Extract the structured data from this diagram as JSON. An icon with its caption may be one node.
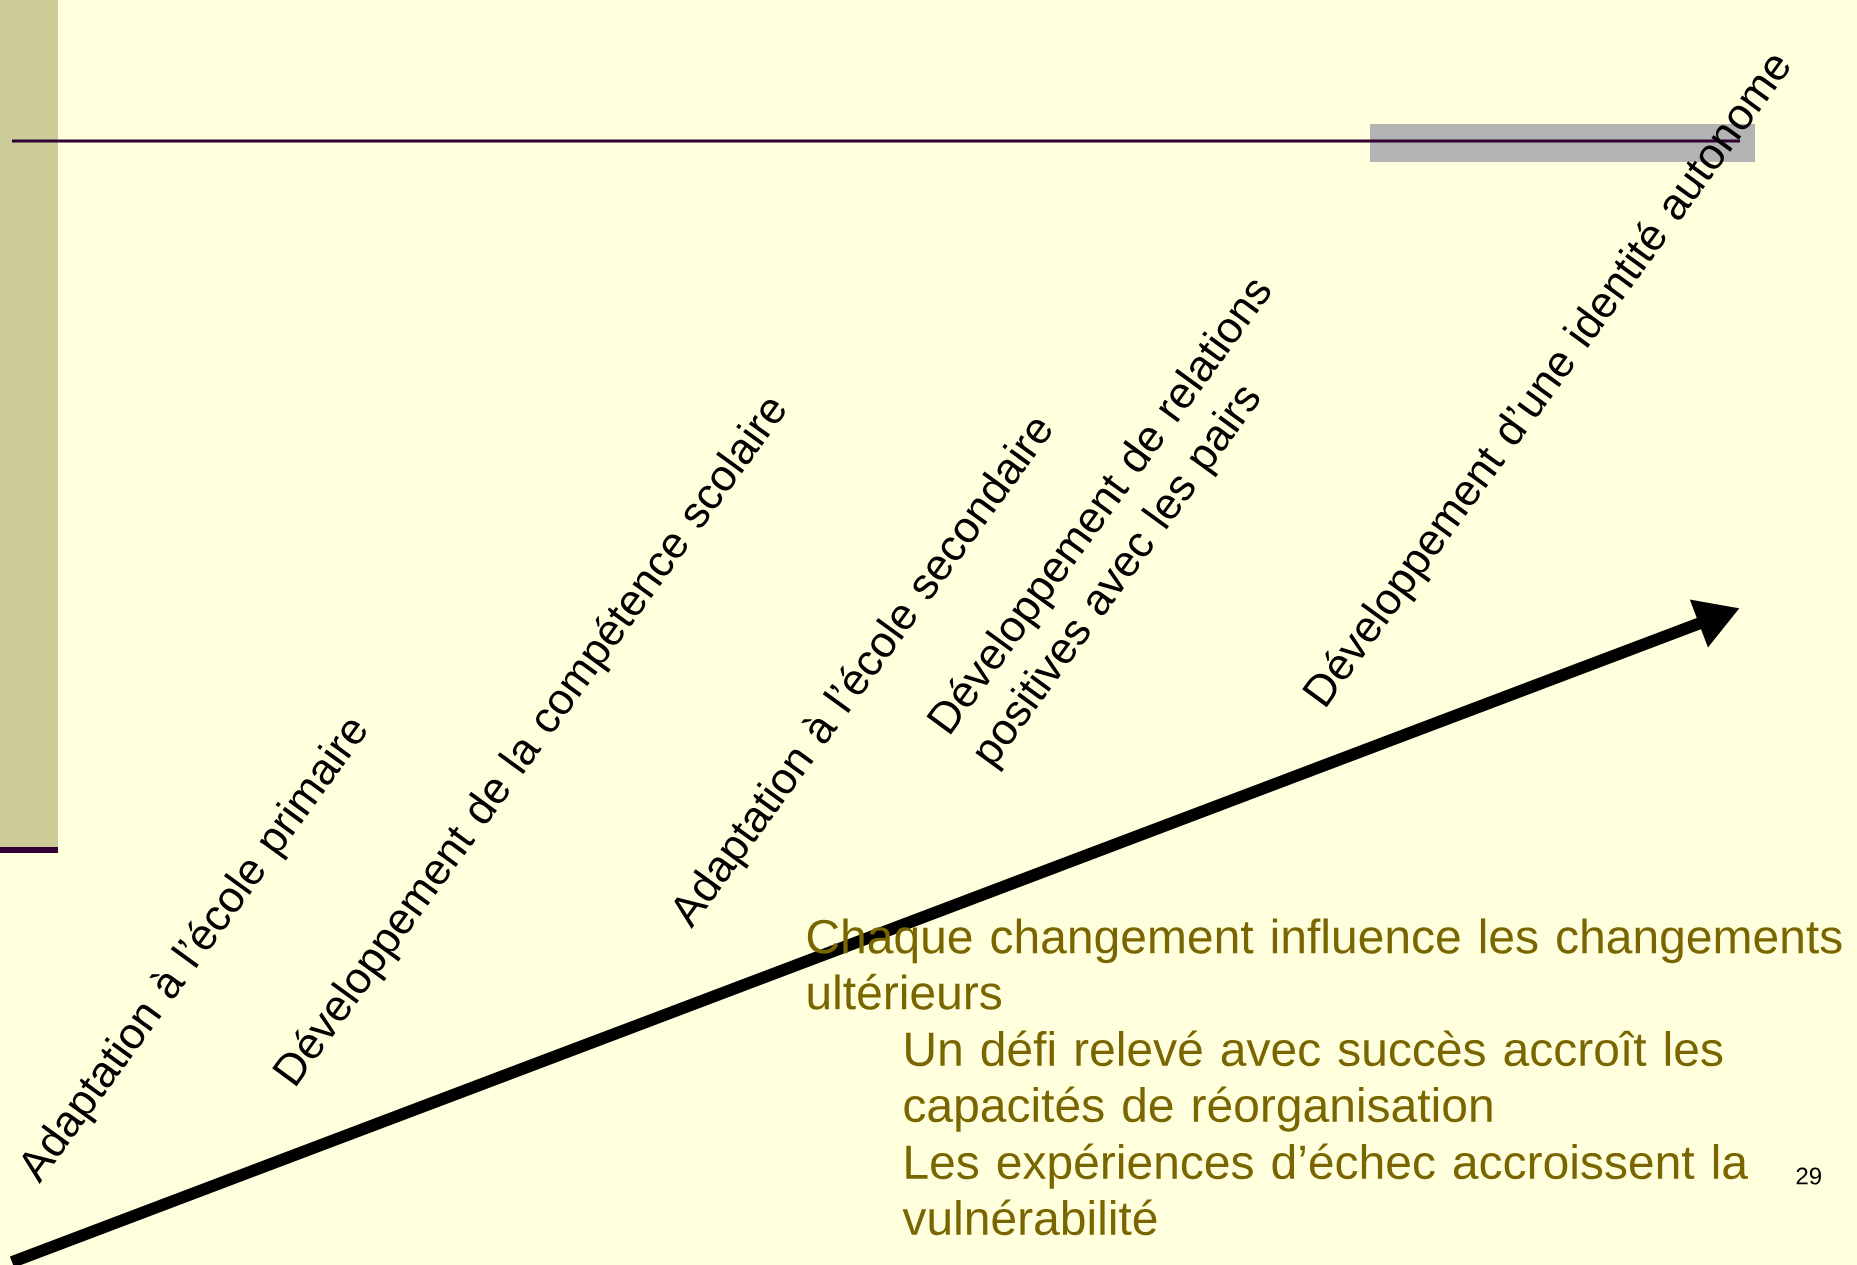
{
  "diagram": {
    "labels": [
      "Adaptation à l’école primaire",
      "Développement de la compétence scolaire",
      "Adaptation à l’école secondaire",
      "Développement de relations positives  avec les pairs",
      "Développement d’une identité autonome",
      "Chaque changement influence les changements ultérieurs",
      "Un défi relevé avec succès accroît les capacités de réorganisation",
      "Les expériences d’échec accroissent la vulnérabilité",
      "29"
    ]
  }
}
